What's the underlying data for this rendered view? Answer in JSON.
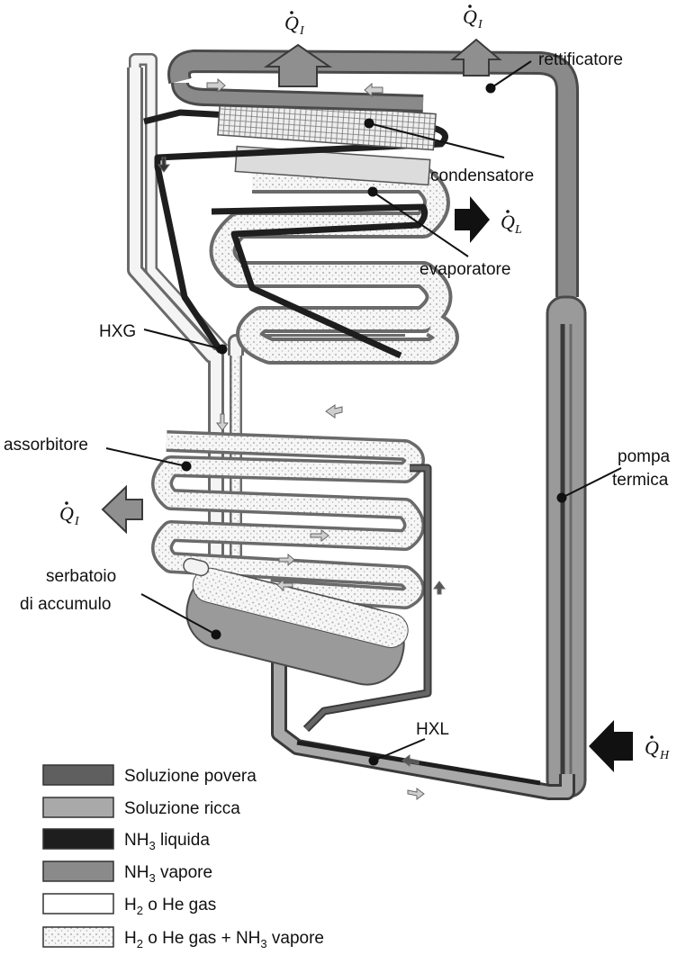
{
  "labels": {
    "rettificatore": "rettificatore",
    "condensatore": "condensatore",
    "evaporatore": "evaporatore",
    "hxg": "HXG",
    "assorbitore": "assorbitore",
    "serbatoio_1": "serbatoio",
    "serbatoio_2": "di accumulo",
    "pompa_1": "pompa",
    "pompa_2": "termica",
    "hxl": "HXL"
  },
  "heat_flows": {
    "q_symbol": "Q",
    "qi_sub": "I",
    "ql_sub": "L",
    "qh_sub": "H"
  },
  "legend": [
    {
      "id": "soluzione-povera",
      "text": "Soluzione povera",
      "fill": "#5f5f5f"
    },
    {
      "id": "soluzione-ricca",
      "text": "Soluzione ricca",
      "fill": "#a9a9a9"
    },
    {
      "id": "nh3-liquida",
      "prefix": "NH",
      "sub": "3",
      "suffix": " liquida",
      "fill": "#1e1e1e"
    },
    {
      "id": "nh3-vapore",
      "prefix": "NH",
      "sub": "3",
      "suffix": " vapore",
      "fill": "#8a8a8a"
    },
    {
      "id": "h2-he-gas",
      "prefix": "H",
      "sub": "2",
      "suffix": " o He gas",
      "fill": "#ffffff"
    },
    {
      "id": "h2-he-nh3",
      "prefix": "H",
      "sub": "2",
      "suffix": " o He gas + NH",
      "sub2": "3",
      "suffix2": " vapore",
      "fill": "dots"
    }
  ],
  "colors": {
    "soluzione_povera": "#5f5f5f",
    "soluzione_ricca": "#a9a9a9",
    "nh3_liquida": "#1e1e1e",
    "nh3_vapore": "#8a8a8a",
    "gas": "#ffffff"
  }
}
